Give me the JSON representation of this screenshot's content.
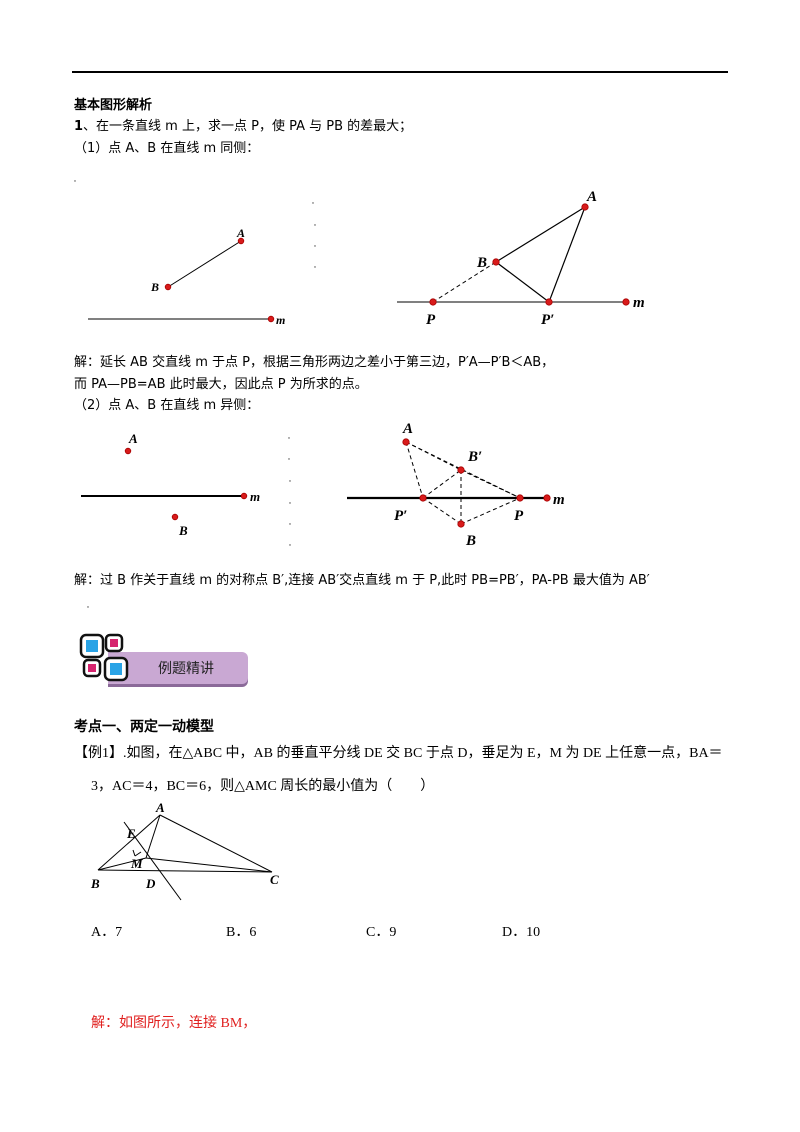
{
  "section_heading": "基本图形解析",
  "problem1": {
    "label": "1",
    "text": "、在一条直线 m 上，求一点 P，使 PA 与 PB 的差最大；"
  },
  "case1": {
    "title": "（1）点 A、B 在直线 m 同侧：",
    "fig_left": {
      "A": "A",
      "B": "B",
      "m": "m"
    },
    "fig_right": {
      "A": "A",
      "B": "B",
      "P": "P",
      "P_prime": "P′",
      "m": "m"
    },
    "solution_line1": "解：延长 AB 交直线 m 于点 P，根据三角形两边之差小于第三边，P′A—P′B＜AB，",
    "solution_line2": "而 PA—PB=AB 此时最大，因此点 P 为所求的点。"
  },
  "case2": {
    "title": "（2）点 A、B 在直线 m 异侧：",
    "fig_left": {
      "A": "A",
      "B": "B",
      "m": "m"
    },
    "fig_right": {
      "A": "A",
      "B": "B",
      "B_prime": "B′",
      "P": "P",
      "P_prime": "P′",
      "m": "m"
    },
    "solution": "解：过 B 作关于直线 m 的对称点 B′,连接 AB′交点直线 m 于 P,此时 PB=PB′，PA-PB 最大值为 AB′"
  },
  "banner": {
    "label": "例题精讲",
    "colors": {
      "banner_bg": "#c9a8d3",
      "icon_blue": "#29a3e6",
      "icon_pink": "#d6246e"
    }
  },
  "kaodian": "考点一、两定一动模型",
  "example1": {
    "tag": "【例1】",
    "line1": ".如图，在△ABC 中，AB 的垂直平分线 DE 交 BC 于点 D，垂足为 E，M 为 DE 上任意一点，BA＝",
    "line2": "3，AC＝4，BC＝6，则△AMC 周长的最小值为（　　）",
    "fig": {
      "A": "A",
      "B": "B",
      "C": "C",
      "D": "D",
      "E": "E",
      "M": "M"
    },
    "options": [
      {
        "letter": "A",
        "value": "7"
      },
      {
        "letter": "B",
        "value": "6"
      },
      {
        "letter": "C",
        "value": "9"
      },
      {
        "letter": "D",
        "value": "10"
      }
    ],
    "solution": "解：如图所示，连接 BM，"
  }
}
